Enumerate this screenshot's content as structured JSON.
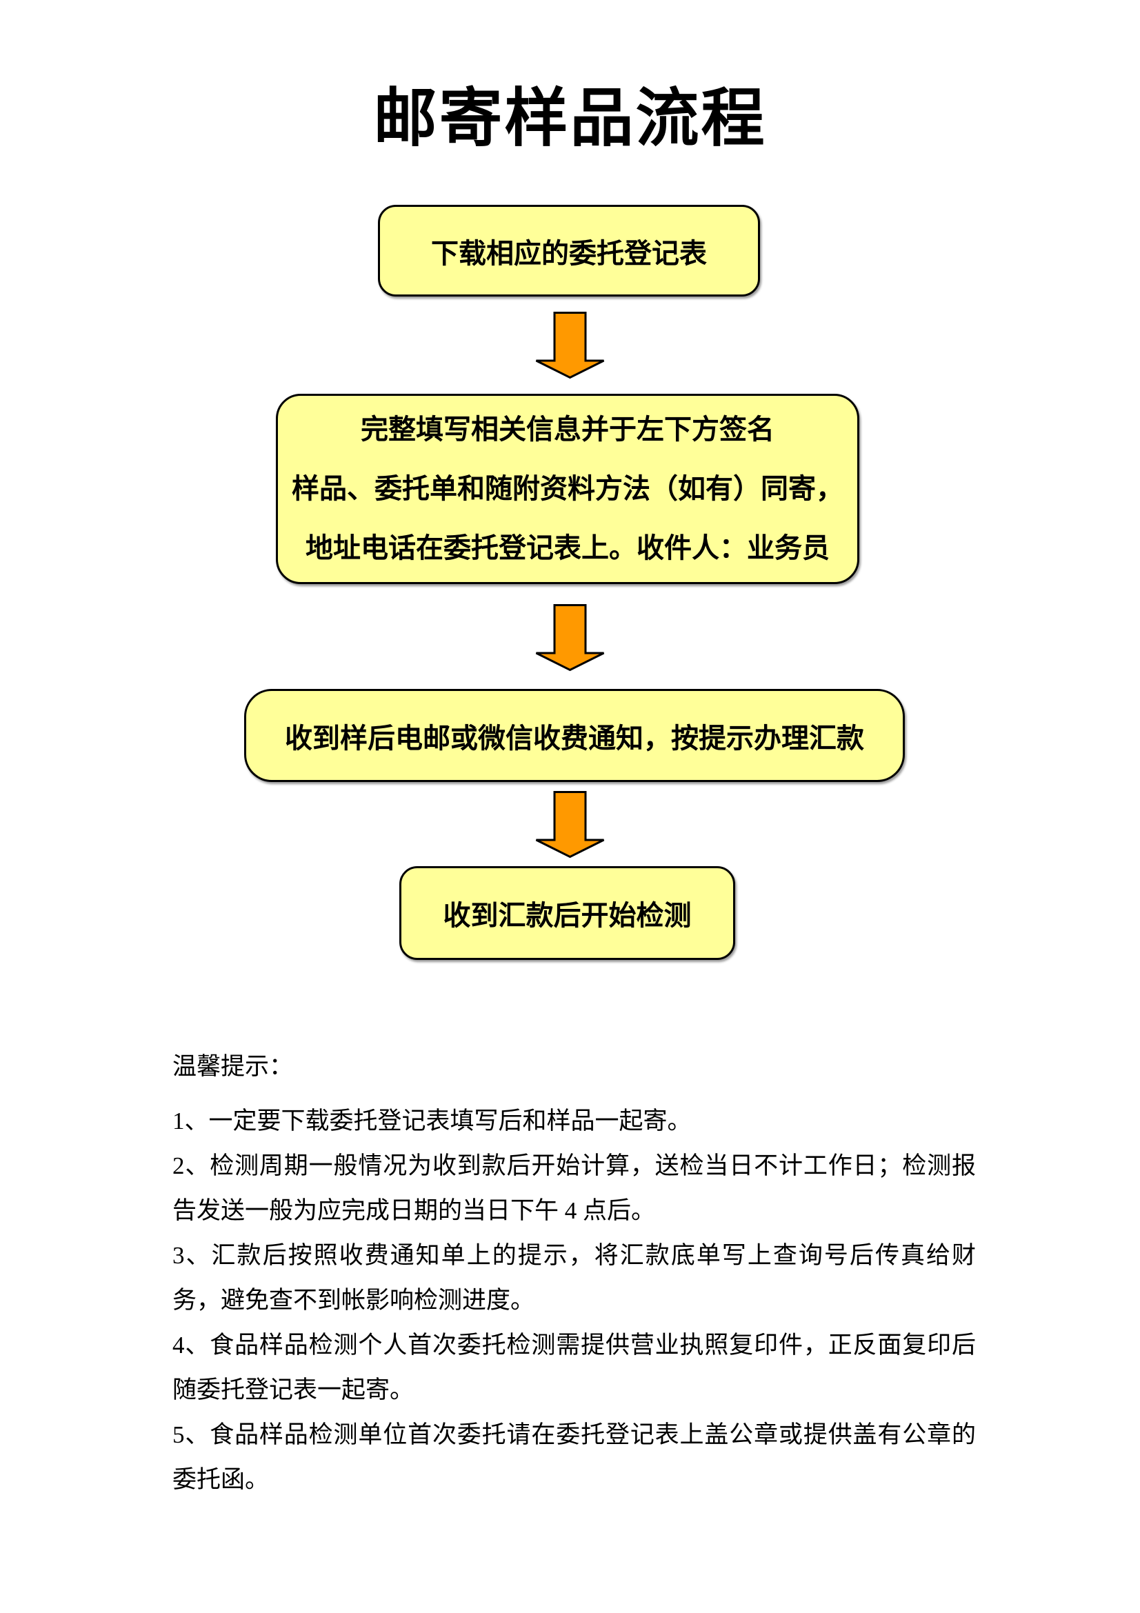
{
  "page": {
    "title": "邮寄样品流程",
    "background": "#FFFFFF"
  },
  "colors": {
    "box_fill": "#FFFF99",
    "box_border": "#000000",
    "arrow_fill": "#FF9900",
    "arrow_outline": "#000000",
    "text": "#000000"
  },
  "flowchart": {
    "steps": [
      {
        "lines": [
          "下载相应的委托登记表"
        ]
      },
      {
        "lines": [
          "完整填写相关信息并于左下方签名",
          "样品、委托单和随附资料方法（如有）同寄，",
          "地址电话在委托登记表上。收件人：业务员"
        ]
      },
      {
        "lines": [
          "收到样后电邮或微信收费通知，按提示办理汇款"
        ]
      },
      {
        "lines": [
          "收到汇款后开始检测"
        ]
      }
    ]
  },
  "tips": {
    "heading": "温馨提示：",
    "items": [
      "1、一定要下载委托登记表填写后和样品一起寄。",
      "2、检测周期一般情况为收到款后开始计算，送检当日不计工作日；检测报告发送一般为应完成日期的当日下午 4 点后。",
      "3、汇款后按照收费通知单上的提示，将汇款底单写上查询号后传真给财务，避免查不到帐影响检测进度。",
      "4、食品样品检测个人首次委托检测需提供营业执照复印件，正反面复印后随委托登记表一起寄。",
      "5、食品样品检测单位首次委托请在委托登记表上盖公章或提供盖有公章的委托函。"
    ]
  }
}
